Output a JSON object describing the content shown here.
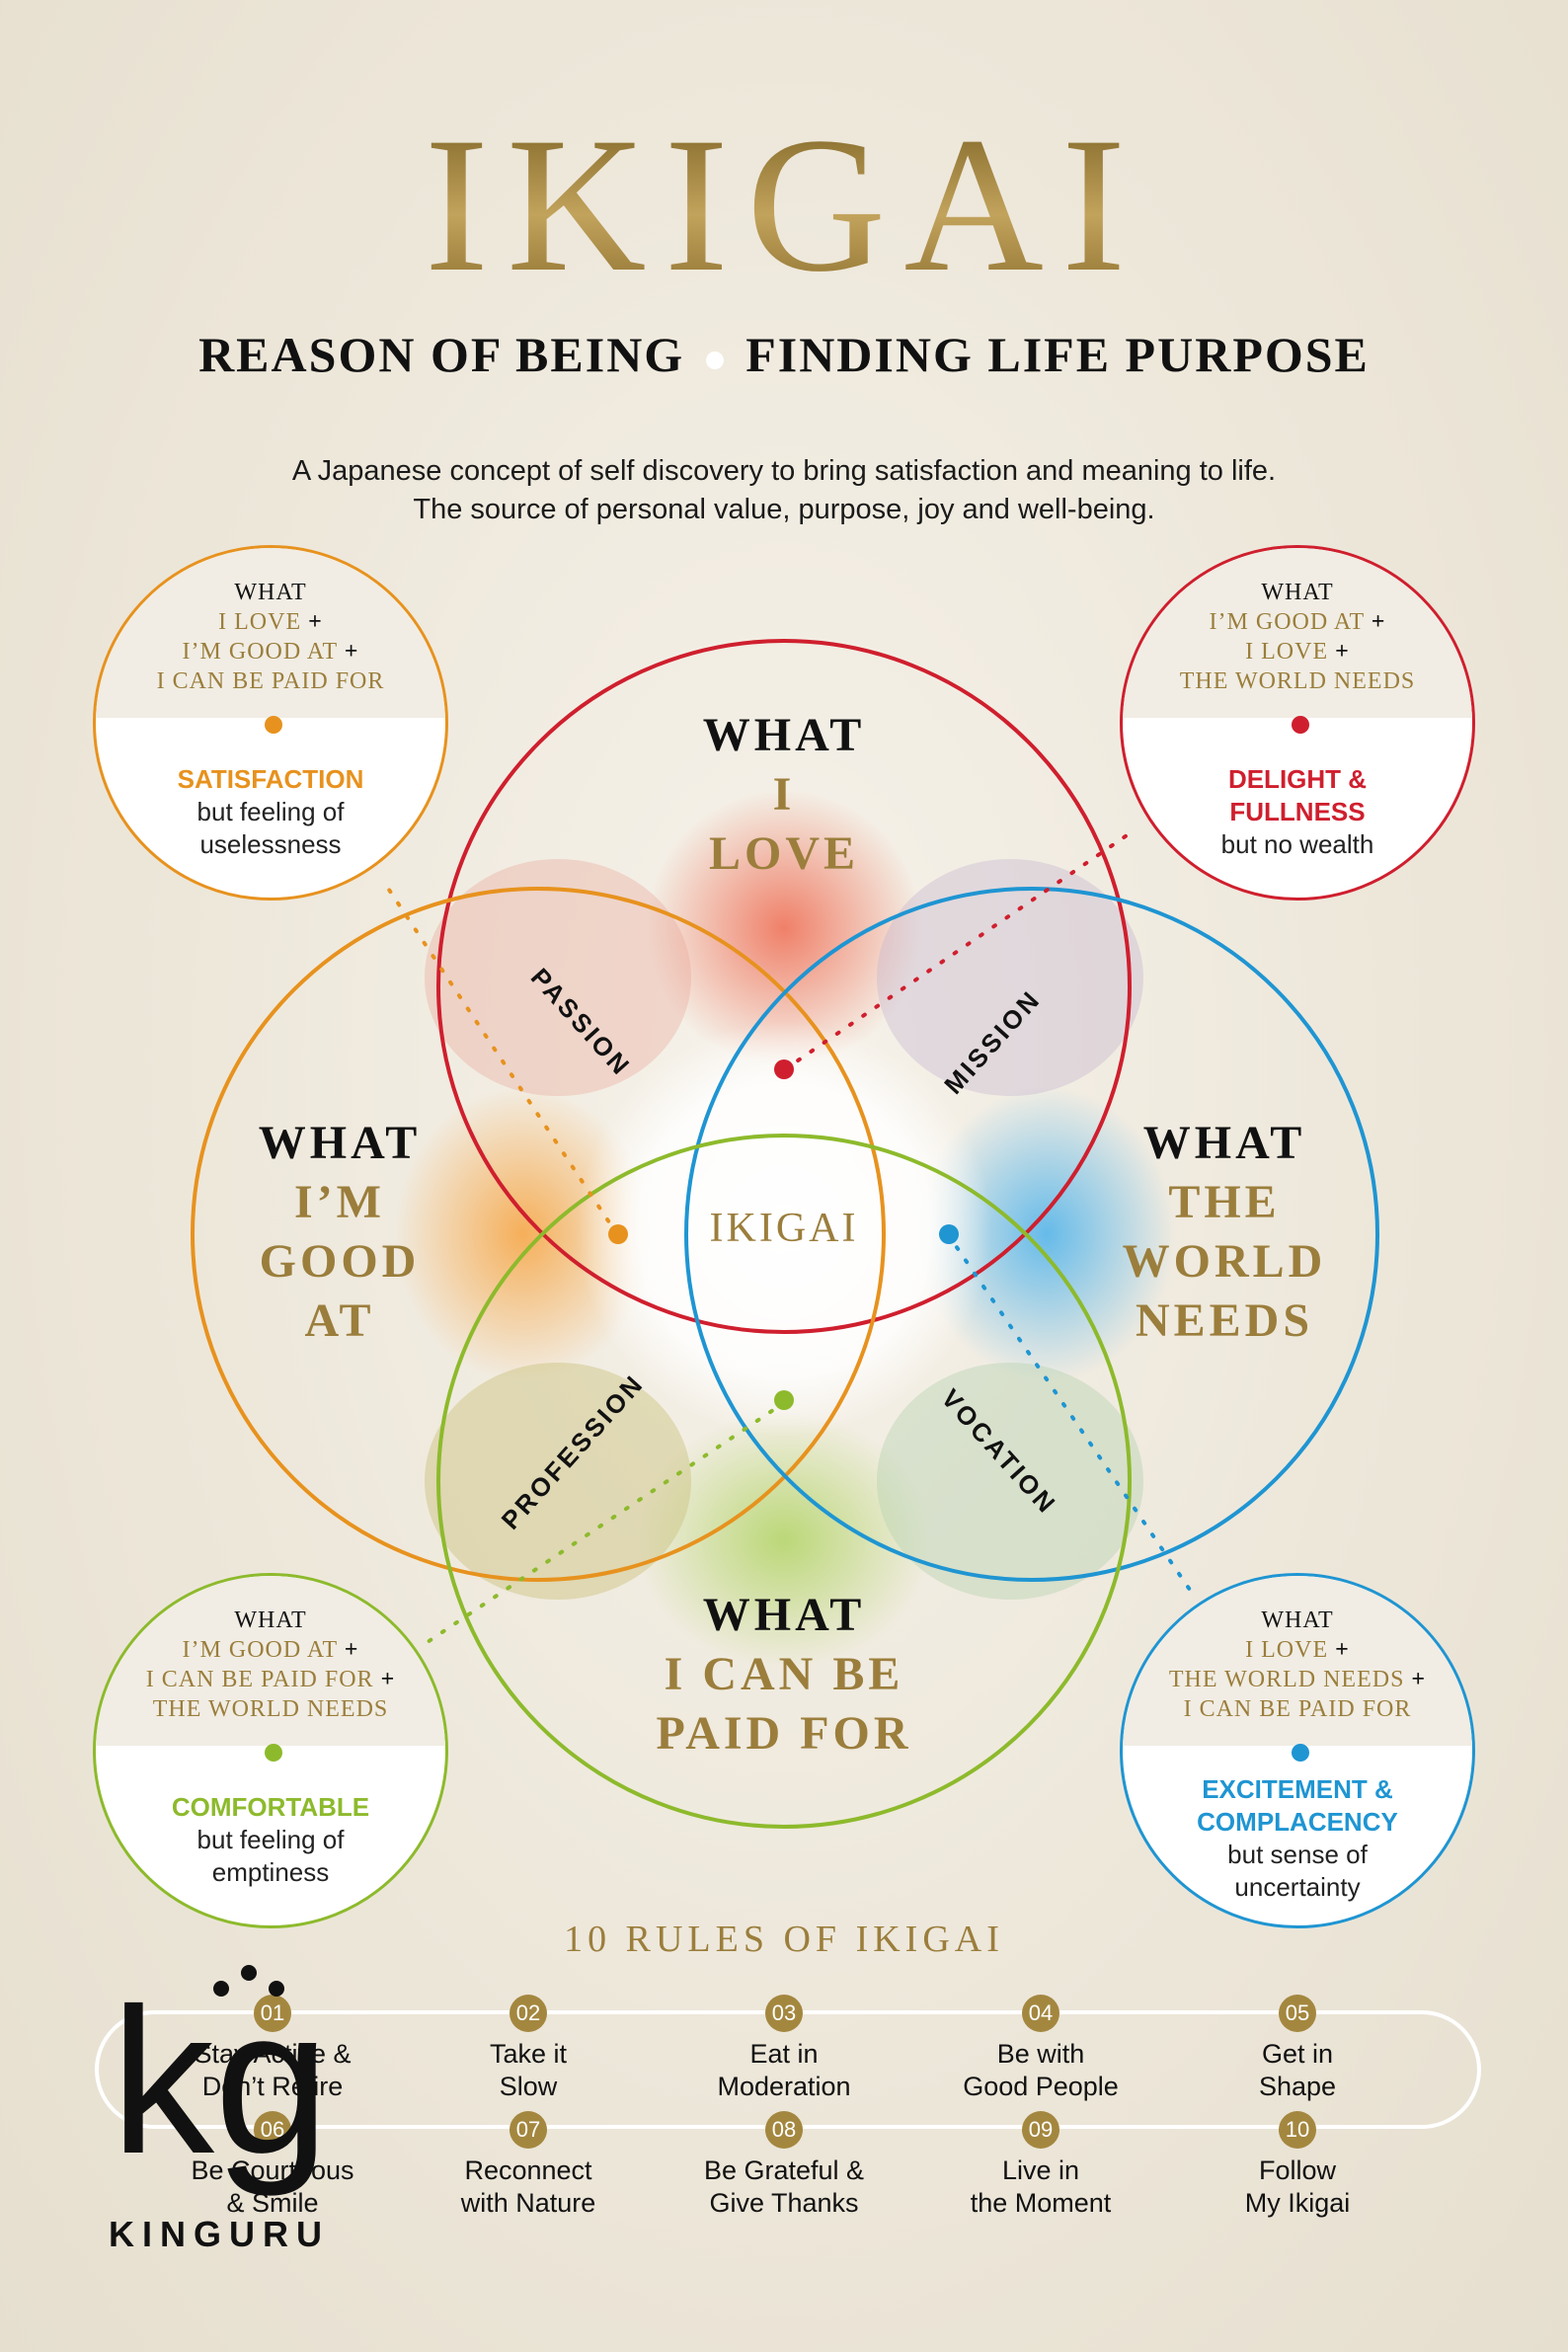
{
  "title": "IKIGAI",
  "subtitle": {
    "left": "REASON OF BEING",
    "right": "FINDING LIFE PURPOSE"
  },
  "intro": {
    "line1": "A Japanese concept of self discovery to bring satisfaction and meaning to life.",
    "line2": "The source of personal value, purpose, joy and well-being."
  },
  "colors": {
    "love": "#cf1f2e",
    "good_at": "#e7921e",
    "world": "#1f95d2",
    "paid": "#8dba2c",
    "gold": "#9b7e3c"
  },
  "circles": {
    "love": {
      "l1": "WHAT",
      "l2": "I",
      "l3": "LOVE"
    },
    "good_at": {
      "l1": "WHAT",
      "l2": "I’M",
      "l3": "GOOD",
      "l4": "AT"
    },
    "world": {
      "l1": "WHAT",
      "l2": "THE",
      "l3": "WORLD",
      "l4": "NEEDS"
    },
    "paid": {
      "l1": "WHAT",
      "l2": "I CAN BE",
      "l3": "PAID FOR"
    }
  },
  "zones": {
    "passion": "PASSION",
    "mission": "MISSION",
    "profession": "PROFESSION",
    "vocation": "VOCATION",
    "center": "IKIGAI"
  },
  "callouts": {
    "top_left": {
      "what": "WHAT",
      "a": "I LOVE",
      "b": "I’M GOOD AT",
      "c": "I CAN BE PAID FOR",
      "head1": "SATISFACTION",
      "head2": "",
      "body1": "but feeling of",
      "body2": "uselessness"
    },
    "top_right": {
      "what": "WHAT",
      "a": "I’M GOOD AT",
      "b": "I LOVE",
      "c": "THE WORLD NEEDS",
      "head1": "DELIGHT &",
      "head2": "FULLNESS",
      "body1": "but no wealth",
      "body2": ""
    },
    "bottom_left": {
      "what": "WHAT",
      "a": "I’M GOOD AT",
      "b": "I CAN BE PAID FOR",
      "c": "THE WORLD NEEDS",
      "head1": "COMFORTABLE",
      "head2": "",
      "body1": "but feeling of",
      "body2": "emptiness"
    },
    "bottom_right": {
      "what": "WHAT",
      "a": "I LOVE",
      "b": "THE WORLD NEEDS",
      "c": "I CAN BE PAID FOR",
      "head1": "EXCITEMENT &",
      "head2": "COMPLACENCY",
      "body1": "but sense of",
      "body2": "uncertainty"
    },
    "plus": "+"
  },
  "rules_title": "10 RULES OF IKIGAI",
  "rules": [
    {
      "num": "01",
      "l1": "Stay Active &",
      "l2": "Don’t Retire"
    },
    {
      "num": "02",
      "l1": "Take it",
      "l2": "Slow"
    },
    {
      "num": "03",
      "l1": "Eat in",
      "l2": "Moderation"
    },
    {
      "num": "04",
      "l1": "Be with",
      "l2": "Good People"
    },
    {
      "num": "05",
      "l1": "Get in",
      "l2": "Shape"
    },
    {
      "num": "06",
      "l1": "Be Courteous",
      "l2": "& Smile"
    },
    {
      "num": "07",
      "l1": "Reconnect",
      "l2": "with Nature"
    },
    {
      "num": "08",
      "l1": "Be Grateful &",
      "l2": "Give Thanks"
    },
    {
      "num": "09",
      "l1": "Live in",
      "l2": "the Moment"
    },
    {
      "num": "10",
      "l1": "Follow",
      "l2": "My Ikigai"
    }
  ],
  "brand": "KINGURU",
  "logo_letters": "kg"
}
